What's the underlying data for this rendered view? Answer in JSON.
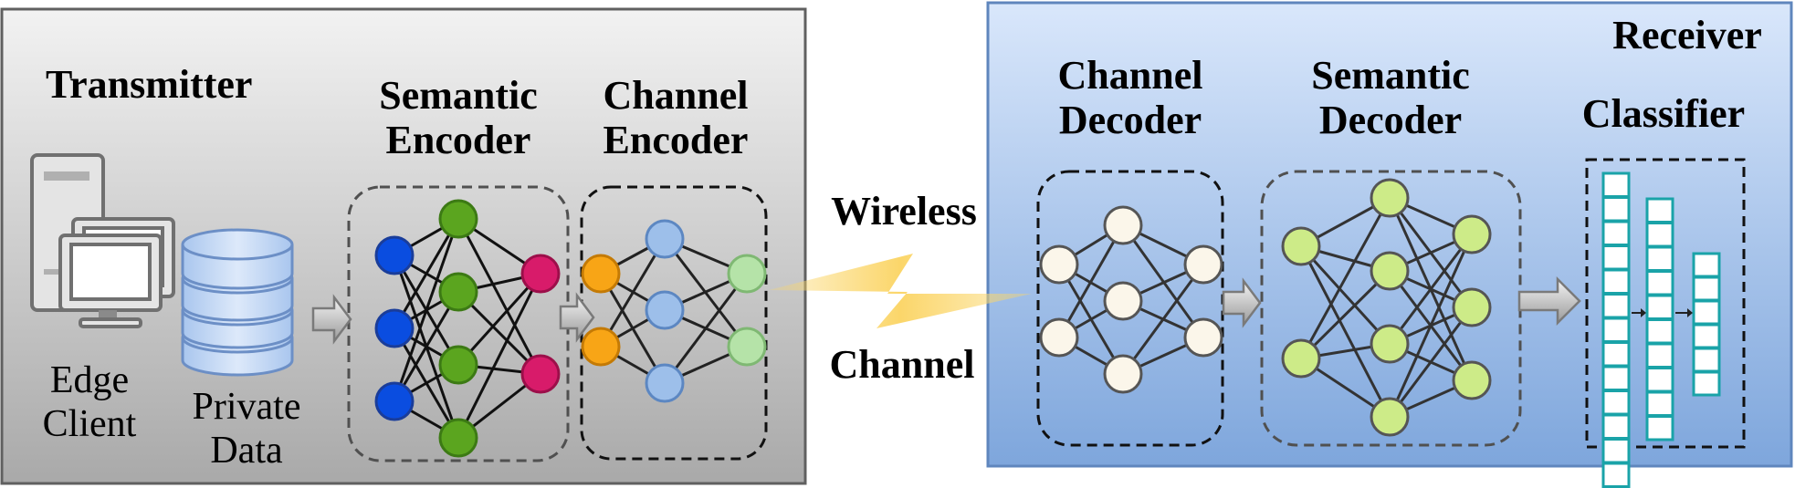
{
  "transmitter": {
    "title": "Transmitter",
    "edge_client": [
      "Edge",
      "Client"
    ],
    "private_data": [
      "Private",
      "Data"
    ],
    "semantic_encoder": [
      "Semantic",
      "Encoder"
    ],
    "channel_encoder": [
      "Channel",
      "Encoder"
    ]
  },
  "channel": {
    "label": [
      "Wireless",
      "Channel"
    ]
  },
  "receiver": {
    "title": "Receiver",
    "channel_decoder": [
      "Channel",
      "Decoder"
    ],
    "semantic_decoder": [
      "Semantic",
      "Decoder"
    ],
    "classifier": "Classifier"
  },
  "colors": {
    "transmitter_bg_top": "#f2f2f2",
    "transmitter_bg_bottom": "#a9a9a9",
    "receiver_bg_top": "#d9e7fb",
    "receiver_bg_bottom": "#7ea6dc",
    "sem_enc_input": "#0a4de0",
    "sem_enc_hidden": "#5ba51f",
    "sem_enc_output": "#d81b6a",
    "chan_enc_input": "#f8a516",
    "chan_enc_hidden": "#9dbfea",
    "chan_enc_output": "#b5e3a8",
    "chan_dec_nodes": "#fbf6ea",
    "sem_dec_nodes": "#cdeb88",
    "classifier_cells": "#1aa3a8",
    "lightning": "#fbd66a"
  }
}
